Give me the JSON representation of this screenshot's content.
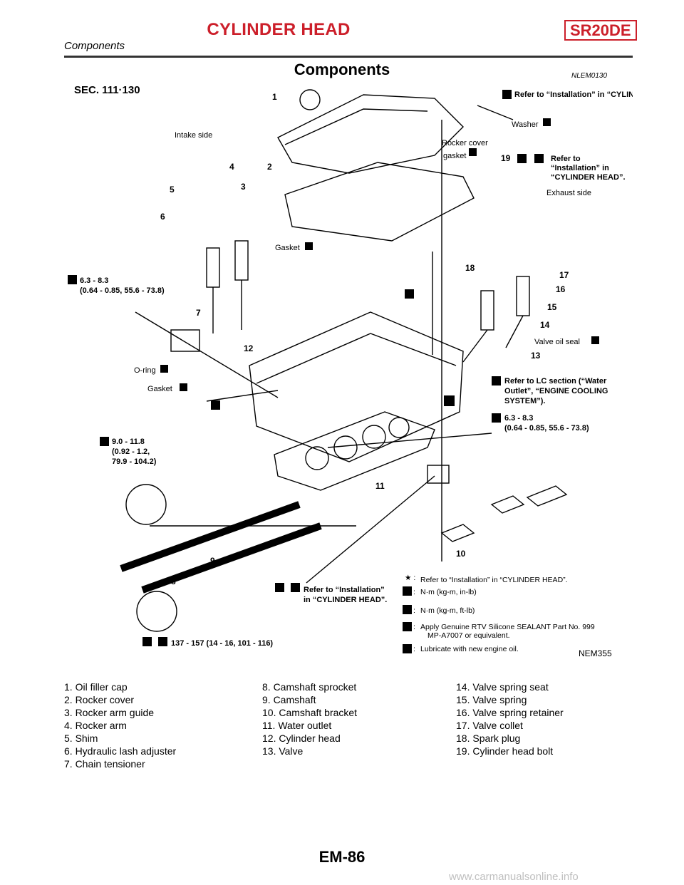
{
  "header": {
    "title": "CYLINDER HEAD",
    "badge": "SR20DE",
    "subtitle": "Components",
    "section_title": "Components",
    "section_code": "NLEM0130"
  },
  "diagram": {
    "sec_ref": "SEC. 111·130",
    "figure_code": "NEM355",
    "callouts": [
      "1",
      "2",
      "3",
      "4",
      "5",
      "6",
      "7",
      "8",
      "9",
      "10",
      "11",
      "12",
      "13",
      "14",
      "15",
      "16",
      "17",
      "18",
      "19"
    ],
    "labels": {
      "install_ref_top": "Refer to “Installation” in “CYLINDER HEAD”.",
      "washer": "Washer",
      "rocker_gasket_1": "Rocker cover",
      "rocker_gasket_2": "gasket",
      "bolt_ref_1": "Refer to",
      "bolt_ref_2": "“Installation” in",
      "bolt_ref_3": "“CYLINDER HEAD”.",
      "intake_side": "Intake side",
      "exhaust_side": "Exhaust side",
      "gasket_mid": "Gasket",
      "torque_a_1": "6.3 - 8.3",
      "torque_a_2": "(0.64 - 0.85, 55.6 - 73.8)",
      "valve_oil_seal": "Valve oil seal",
      "o_ring": "O-ring",
      "gasket_low": "Gasket",
      "lc_ref_1": "Refer to LC section (“Water",
      "lc_ref_2": "Outlet”, “ENGINE COOLING",
      "lc_ref_3": "SYSTEM”).",
      "torque_b_1": "6.3 - 8.3",
      "torque_b_2": "(0.64 - 0.85, 55.6 - 73.8)",
      "torque_c_1": "9.0 - 11.8",
      "torque_c_2": "(0.92 - 1.2,",
      "torque_c_3": "79.9 - 104.2)",
      "install_ref_low_1": "Refer to “Installation”",
      "install_ref_low_2": "in “CYLINDER HEAD”.",
      "torque_d": "137 - 157 (14 - 16, 101 - 116)"
    },
    "legend": [
      {
        "symbol": "★ :",
        "text": "Refer to “Installation” in “CYLINDER HEAD”."
      },
      {
        "symbol": ":",
        "text": "N·m (kg-m, in-lb)"
      },
      {
        "symbol": ":",
        "text": "N·m (kg-m, ft-lb)"
      },
      {
        "symbol": ":",
        "text": "Apply Genuine RTV Silicone SEALANT Part No. 999"
      },
      {
        "symbol": "",
        "text": "MP-A7007 or equivalent."
      },
      {
        "symbol": ":",
        "text": "Lubricate with new engine oil."
      }
    ]
  },
  "parts": {
    "col1": [
      "1. Oil filler cap",
      "2. Rocker cover",
      "3. Rocker arm guide",
      "4. Rocker arm",
      "5. Shim",
      "6. Hydraulic lash adjuster",
      "7. Chain tensioner"
    ],
    "col2": [
      "8. Camshaft sprocket",
      "9. Camshaft",
      "10. Camshaft bracket",
      "11. Water outlet",
      "12. Cylinder head",
      "13. Valve"
    ],
    "col3": [
      "14. Valve spring seat",
      "15. Valve spring",
      "16. Valve spring retainer",
      "17. Valve collet",
      "18. Spark plug",
      "19. Cylinder head bolt"
    ]
  },
  "footer": {
    "page_number": "EM-86",
    "watermark": "www.carmanualsonline.info"
  }
}
